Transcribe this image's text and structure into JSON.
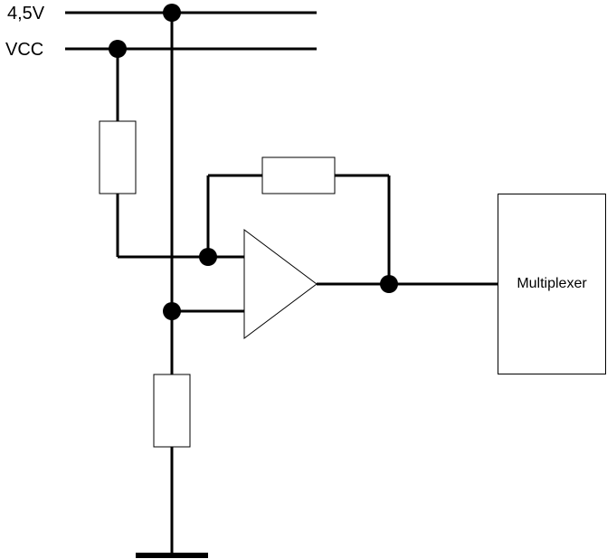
{
  "rails": {
    "supply_half_label": "4,5V",
    "vcc_label": "VCC"
  },
  "blocks": {
    "multiplexer_label": "Multiplexer"
  },
  "colors": {
    "wire": "#000000",
    "component_fill": "#ffffff",
    "background": "#ffffff"
  }
}
